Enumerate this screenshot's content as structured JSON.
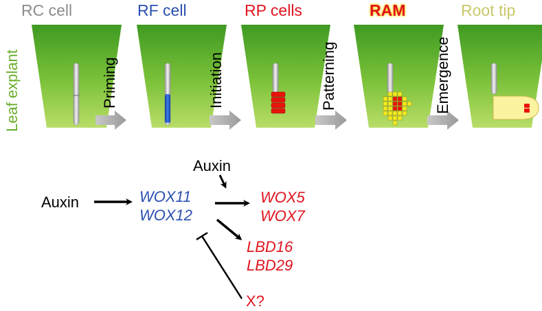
{
  "stages": [
    {
      "title": "RC cell",
      "color": "#8c8c8c"
    },
    {
      "title": "RF cell",
      "color": "#2a4fb0"
    },
    {
      "title": "RP cells",
      "color": "#e0141e"
    },
    {
      "title": "RAM",
      "color": "#e0141e",
      "highlight": "#f5e12a"
    },
    {
      "title": "Root tip",
      "color": "#c9c86a"
    }
  ],
  "side_label": "Leaf explant",
  "transitions": [
    "Priming",
    "Initiation",
    "Patterning",
    "Emergence"
  ],
  "network": {
    "auxin_left": "Auxin",
    "auxin_top": "Auxin",
    "wox11": "WOX11",
    "wox12": "WOX12",
    "wox5": "WOX5",
    "wox7": "WOX7",
    "lbd16": "LBD16",
    "lbd29": "LBD29",
    "x": "X?"
  },
  "colors": {
    "explant_top": "#3f9a22",
    "explant_bottom": "#b7dc66",
    "vessel": "#cfcfcf",
    "rf_cell": "#1f5fd0",
    "rp_cell": "#e8140c",
    "ram_cell": "#f2ea22",
    "root_tip": "#fbf3a0",
    "arrow_gray": "#a9a9a9"
  }
}
